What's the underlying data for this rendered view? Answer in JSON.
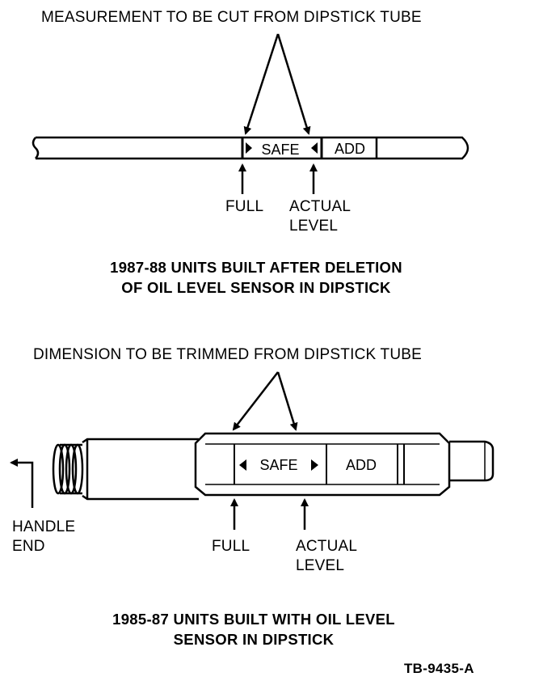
{
  "top_diagram": {
    "header": "MEASUREMENT TO BE CUT FROM DIPSTICK TUBE",
    "safe_label": "SAFE",
    "add_label": "ADD",
    "full_label": "FULL",
    "actual_label_line1": "ACTUAL",
    "actual_label_line2": "LEVEL",
    "caption_line1": "1987-88 UNITS BUILT AFTER DELETION",
    "caption_line2": "OF OIL LEVEL SENSOR IN DIPSTICK"
  },
  "bottom_diagram": {
    "header": "DIMENSION TO BE TRIMMED FROM DIPSTICK TUBE",
    "safe_label": "SAFE",
    "add_label": "ADD",
    "full_label": "FULL",
    "actual_label_line1": "ACTUAL",
    "actual_label_line2": "LEVEL",
    "handle_label_line1": "HANDLE",
    "handle_label_line2": "END",
    "caption_line1": "1985-87 UNITS BUILT WITH OIL LEVEL",
    "caption_line2": "SENSOR IN DIPSTICK"
  },
  "figure_id": "TB-9435-A",
  "colors": {
    "ink": "#000000",
    "paper": "#ffffff"
  }
}
